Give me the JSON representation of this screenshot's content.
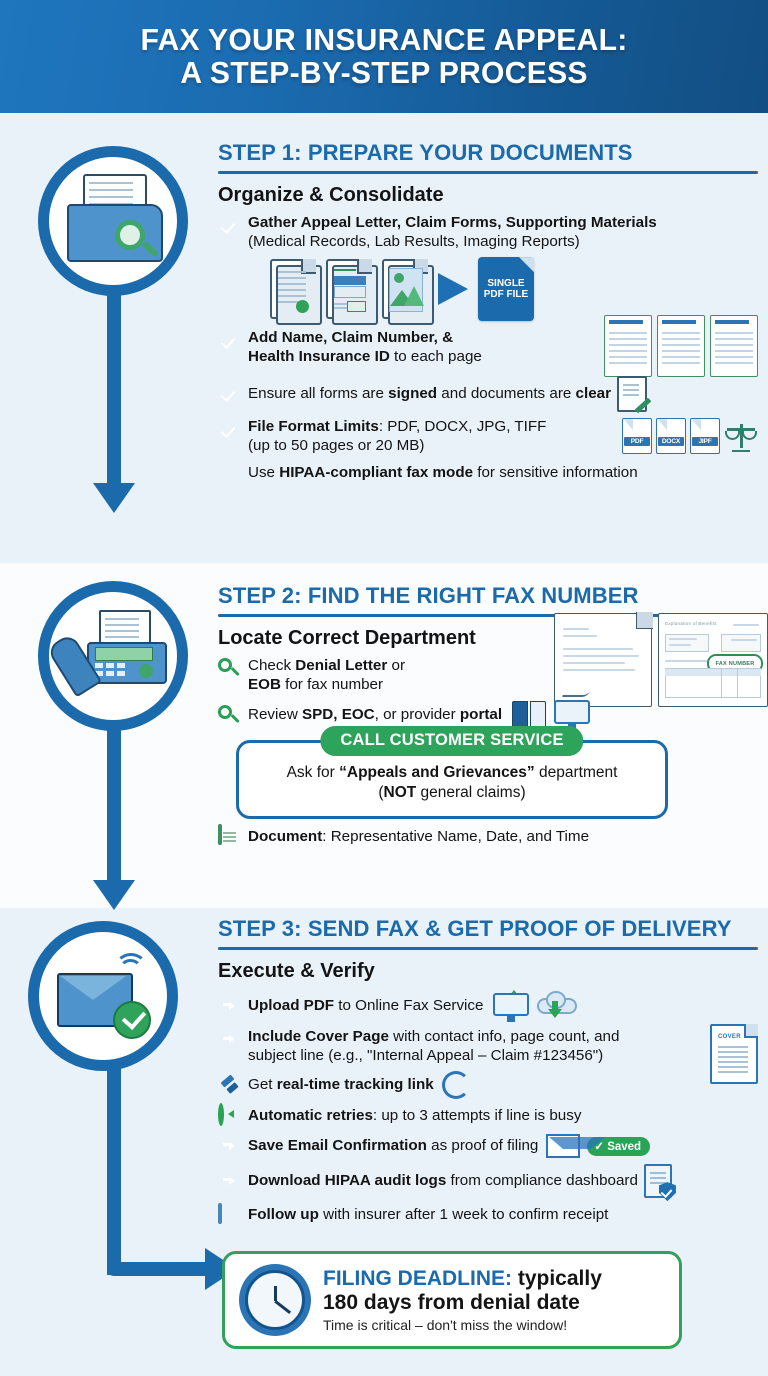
{
  "header": {
    "title_line1": "FAX YOUR INSURANCE APPEAL:",
    "title_line2": "A STEP-BY-STEP PROCESS",
    "bg_gradient_from": "#1f76bd",
    "bg_gradient_to": "#124e82"
  },
  "colors": {
    "brand_blue": "#1b6aac",
    "accent_green": "#29a356",
    "band_light": "#eaf2f9",
    "band_white": "#fbfcfd"
  },
  "steps": [
    {
      "id": "step-1",
      "heading": "STEP 1: PREPARE YOUR DOCUMENTS",
      "subheading": "Organize & Consolidate",
      "circle_icon": "folder-documents-magnifier-icon",
      "bullets": [
        {
          "icon": "green-check-icon",
          "line1_bold": "Gather Appeal Letter, Claim Forms, Supporting Materials",
          "line2": "(Medical Records, Lab Results, Imaging Reports)"
        },
        {
          "icon": "green-check-icon",
          "line1_bold": "Add Name, Claim Number, &",
          "line2_bold": "Health Insurance ID",
          "line2_rest": " to each page"
        },
        {
          "icon": "green-check-icon",
          "text_a": "Ensure all forms are ",
          "bold_a": "signed",
          "text_b": " and documents are ",
          "bold_b": "clear"
        },
        {
          "icon": "green-check-icon",
          "bold_a": "File Format Limits",
          "text_a": ": PDF, DOCX, JPG, TIFF",
          "line2": "(up to 50 pages or 20 MB)"
        },
        {
          "icon": "blue-shield-check-icon",
          "text_a": "Use ",
          "bold_a": "HIPAA-compliant fax mode",
          "text_b": " for sensitive information"
        }
      ],
      "consolidation_graphic": {
        "source_docs": [
          "text-document-checked-icon",
          "form-document-signed-icon",
          "image-document-icon"
        ],
        "arrow": "merge-arrow-icon",
        "target_label_line1": "SINGLE",
        "target_label_line2": "PDF FILE"
      },
      "stamped_pages_count": 3,
      "format_badges": [
        "PDF",
        "DOCX",
        "JIPF"
      ],
      "scales_icon": "legal-scales-icon"
    },
    {
      "id": "step-2",
      "heading": "STEP 2: FIND THE RIGHT FAX NUMBER",
      "subheading": "Locate Correct Department",
      "circle_icon": "fax-machine-phone-icon",
      "bullets": [
        {
          "icon": "green-magnifier-icon",
          "text_a": "Check ",
          "bold_a": "Denial Letter",
          "text_b": " or",
          "line2_bold": "EOB",
          "line2_rest": " for fax number"
        },
        {
          "icon": "green-magnifier-icon",
          "text_a": "Review ",
          "bold_a": "SPD, EOC",
          "text_b": ", or provider ",
          "bold_b": "portal"
        }
      ],
      "documents_graphic": {
        "denial_letter": "denial-letter-document",
        "eob_title": "Explanation of Benefits",
        "eob_highlight": "FAX NUMBER"
      },
      "side_icons": [
        "book-icon",
        "monitor-portal-icon"
      ],
      "callout": {
        "tab_label": "CALL CUSTOMER SERVICE",
        "line1_a": "Ask for ",
        "line1_bold": "“Appeals and Grievances”",
        "line1_b": " department",
        "line2_a": "(",
        "line2_bold": "NOT",
        "line2_b": " general claims)"
      },
      "footer_bullet": {
        "icon": "notepad-icon",
        "bold_a": "Document",
        "text_a": ": Representative Name, Date, and Time"
      }
    },
    {
      "id": "step-3",
      "heading": "STEP 3: SEND FAX & GET PROOF OF DELIVERY",
      "subheading": "Execute & Verify",
      "circle_icon": "envelope-sent-check-icon",
      "bullets": [
        {
          "icon": "green-arrow-circle-icon",
          "bold_a": "Upload PDF",
          "text_a": " to Online Fax Service",
          "trailing_icons": [
            "upload-monitor-icon",
            "cloud-download-icon"
          ]
        },
        {
          "icon": "green-arrow-circle-icon",
          "bold_a": "Include Cover Page",
          "text_a": " with contact info, page count, and",
          "line2": "subject line (e.g., \"Internal Appeal – Claim #123456\")",
          "trailing_icons": [
            "cover-page-document-icon"
          ]
        },
        {
          "icon": "satellite-icon",
          "text_a": "Get ",
          "bold_a": "real-time tracking link",
          "trailing_icons": [
            "sync-refresh-icon"
          ]
        },
        {
          "icon": "green-retry-icon",
          "bold_a": "Automatic retries",
          "text_a": ": up to 3 attempts if line is busy"
        },
        {
          "icon": "green-arrow-circle-icon",
          "bold_a": "Save Email Confirmation",
          "text_a": " as proof of filing",
          "trailing_icons": [
            "envelope-icon"
          ],
          "badge": "✓ Saved"
        },
        {
          "icon": "green-arrow-circle-icon",
          "bold_a": "Download HIPAA audit logs",
          "text_a": " from compliance dashboard",
          "trailing_icons": [
            "shielded-document-icon"
          ]
        },
        {
          "icon": "calendar-icon",
          "bold_a": "Follow up",
          "text_a": " with insurer after 1 week to confirm receipt"
        }
      ],
      "cover_page_label": "COVER"
    }
  ],
  "deadline": {
    "icon": "clock-icon",
    "label": "FILING DEADLINE:",
    "line1_rest": " typically",
    "line2": "180 days from denial date",
    "note": "Time is critical – don't miss the window!"
  }
}
